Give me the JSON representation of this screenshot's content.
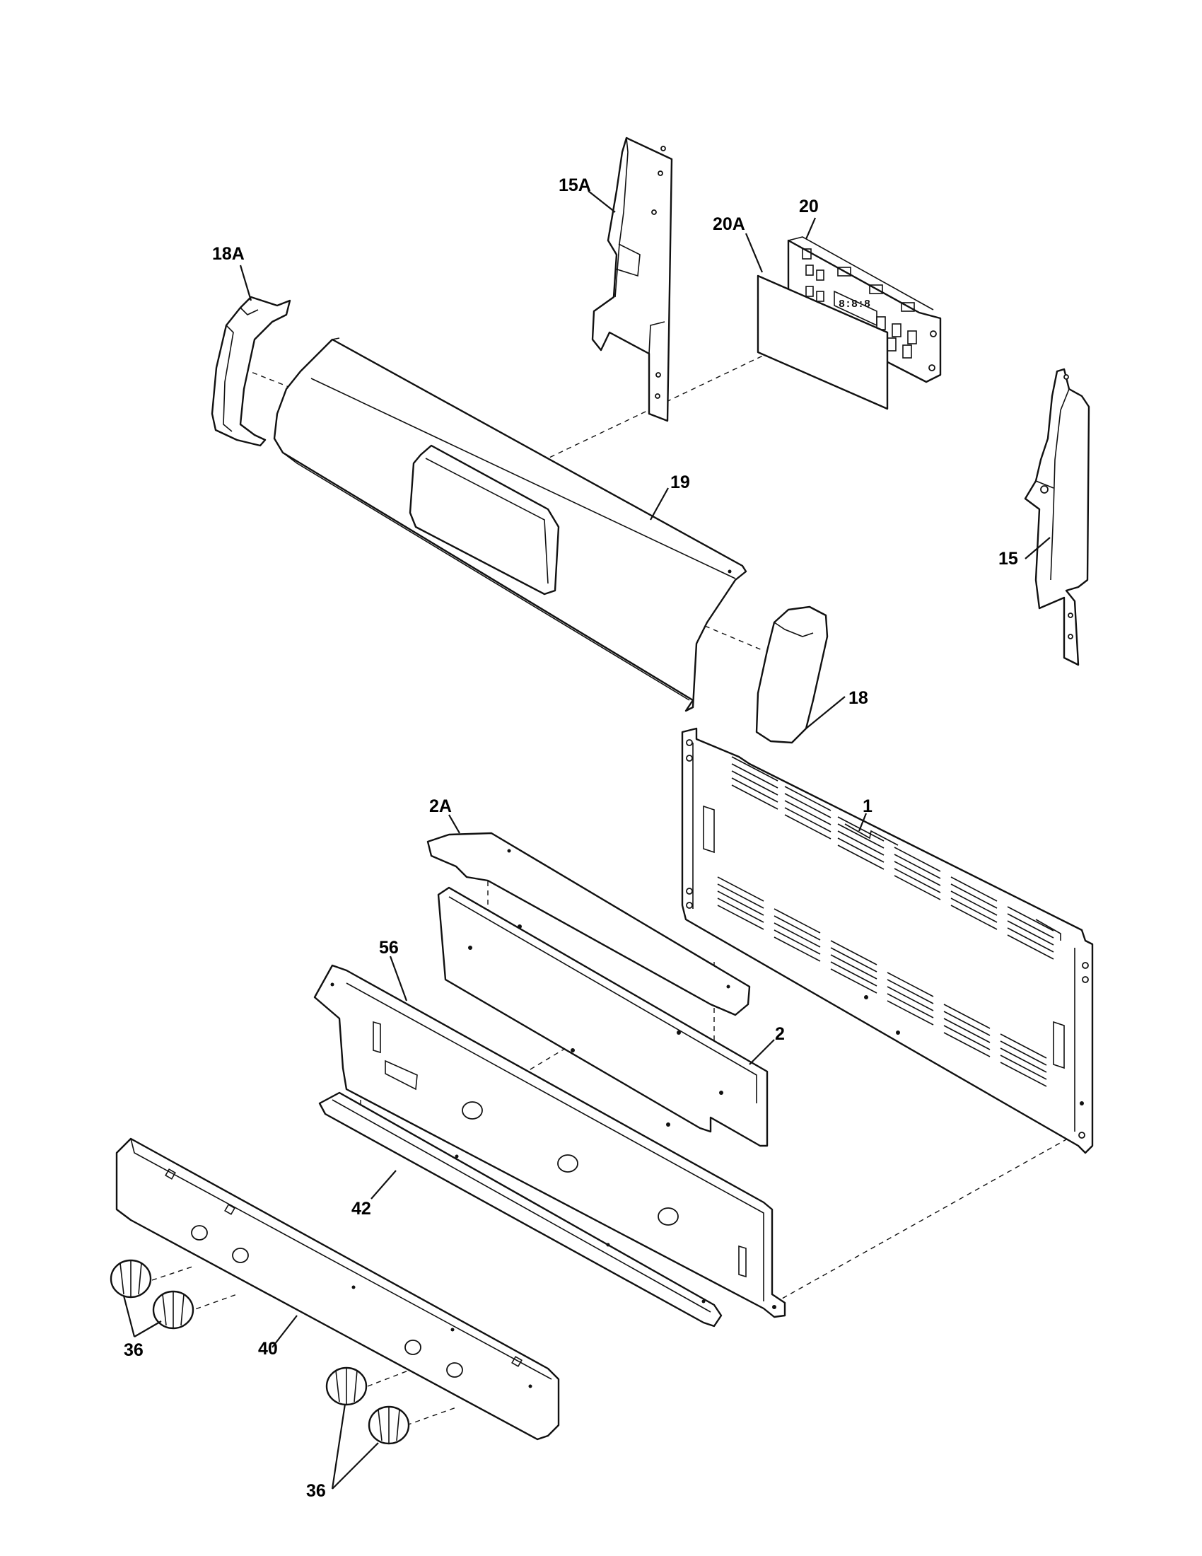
{
  "labels": {
    "p15A": "15A",
    "p20": "20",
    "p20A": "20A",
    "p18A": "18A",
    "p19": "19",
    "p15": "15",
    "p18": "18",
    "p1": "1",
    "p2A": "2A",
    "p56": "56",
    "p2": "2",
    "p42": "42",
    "p36a": "36",
    "p40": "40",
    "p36b": "36"
  },
  "display_readout": "8:8:8"
}
